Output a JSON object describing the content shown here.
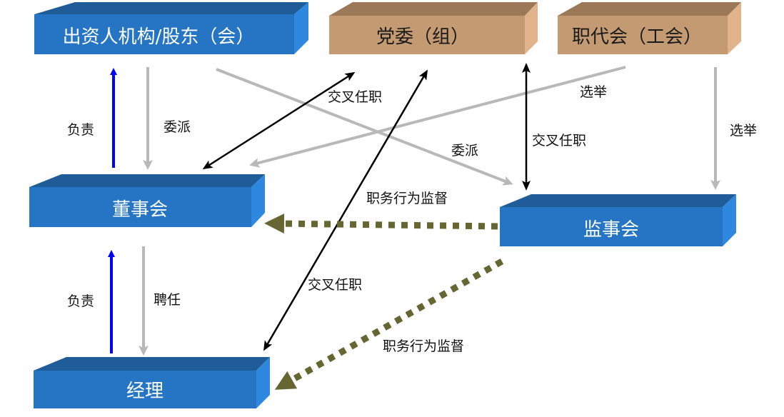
{
  "colors": {
    "blue_front": "#2674c4",
    "blue_top": "#205d98",
    "blue_side": "#2f88e0",
    "tan_front": "#c39a72",
    "tan_top": "#9a7858",
    "tan_side": "#e2b38a",
    "responsibility_arrow": "#0000ff",
    "appointment_arrow": "#b8b8b8",
    "cross_post_arrow": "#000000",
    "supervision_arrow": "#666633"
  },
  "nodes": {
    "investor": {
      "label": "出资人机构/股东（会）"
    },
    "party": {
      "label": "党委（组）"
    },
    "union": {
      "label": "职代会（工会）"
    },
    "board": {
      "label": "董事会"
    },
    "supervisors": {
      "label": "监事会"
    },
    "manager": {
      "label": "经理"
    }
  },
  "edges": {
    "board_to_investor": {
      "label": "负责",
      "kind": "responsibility"
    },
    "investor_to_board": {
      "label": "委派",
      "kind": "appointment"
    },
    "investor_to_supervisors": {
      "label": "委派",
      "kind": "appointment"
    },
    "party_board_cross": {
      "label": "交叉任职",
      "kind": "cross-post"
    },
    "party_manager_cross": {
      "label": "交叉任职",
      "kind": "cross-post"
    },
    "union_supervisors_cross": {
      "label": "交叉任职",
      "kind": "cross-post"
    },
    "union_to_board": {
      "label": "选举",
      "kind": "election"
    },
    "union_to_supervisors": {
      "label": "选举",
      "kind": "election"
    },
    "supervisors_to_board": {
      "label": "职务行为监督",
      "kind": "supervision"
    },
    "supervisors_to_manager": {
      "label": "职务行为监督",
      "kind": "supervision"
    },
    "manager_to_board": {
      "label": "负责",
      "kind": "responsibility"
    },
    "board_to_manager": {
      "label": "聘任",
      "kind": "appointment"
    }
  }
}
